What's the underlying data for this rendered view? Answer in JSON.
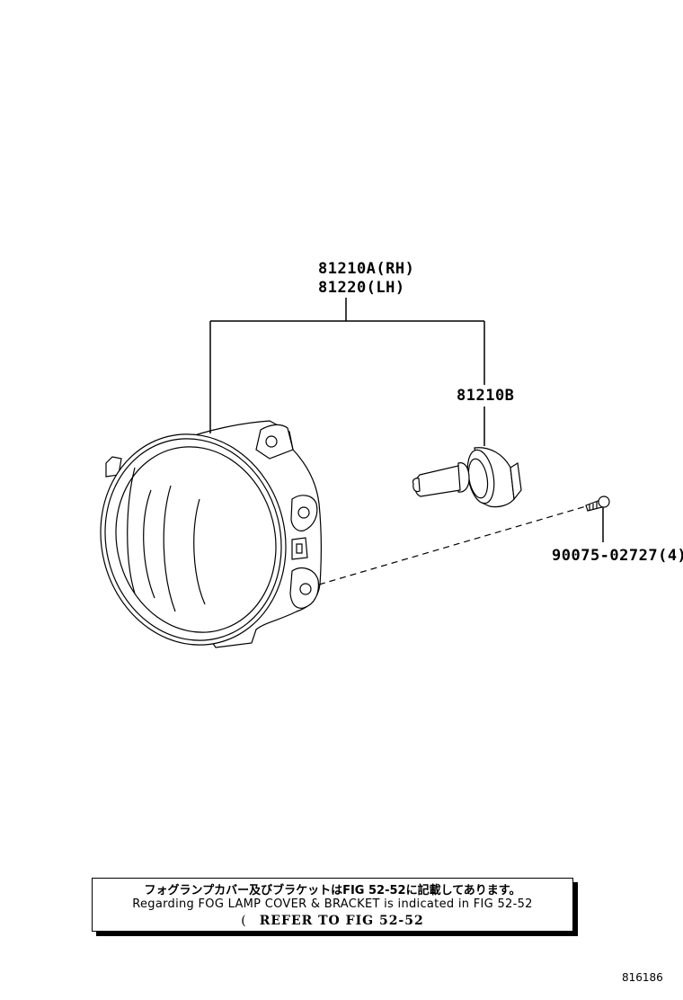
{
  "diagram": {
    "type": "parts-exploded-view",
    "callouts": {
      "assembly_rh": "81210A(RH)",
      "assembly_lh": "81220(LH)",
      "bulb": "81210B",
      "screw": "90075-02727(4)"
    },
    "parts": [
      {
        "id": "fog-lamp-assembly",
        "part_numbers": [
          "81210A(RH)",
          "81220(LH)"
        ]
      },
      {
        "id": "fog-lamp-bulb",
        "part_numbers": [
          "81210B"
        ]
      },
      {
        "id": "tapping-screw",
        "part_numbers": [
          "90075-02727(4)"
        ],
        "quantity": 4
      }
    ],
    "note": {
      "jp": "フォグランプカバー及びブラケットはFIG 52-52に記載してあります。",
      "en": "Regarding FOG LAMP COVER & BRACKET is indicated in FIG 52-52",
      "ref_paren": "(",
      "ref": "REFER TO FIG 52-52"
    },
    "figure_id": "816186"
  },
  "colors": {
    "line": "#000000",
    "background": "#ffffff"
  }
}
